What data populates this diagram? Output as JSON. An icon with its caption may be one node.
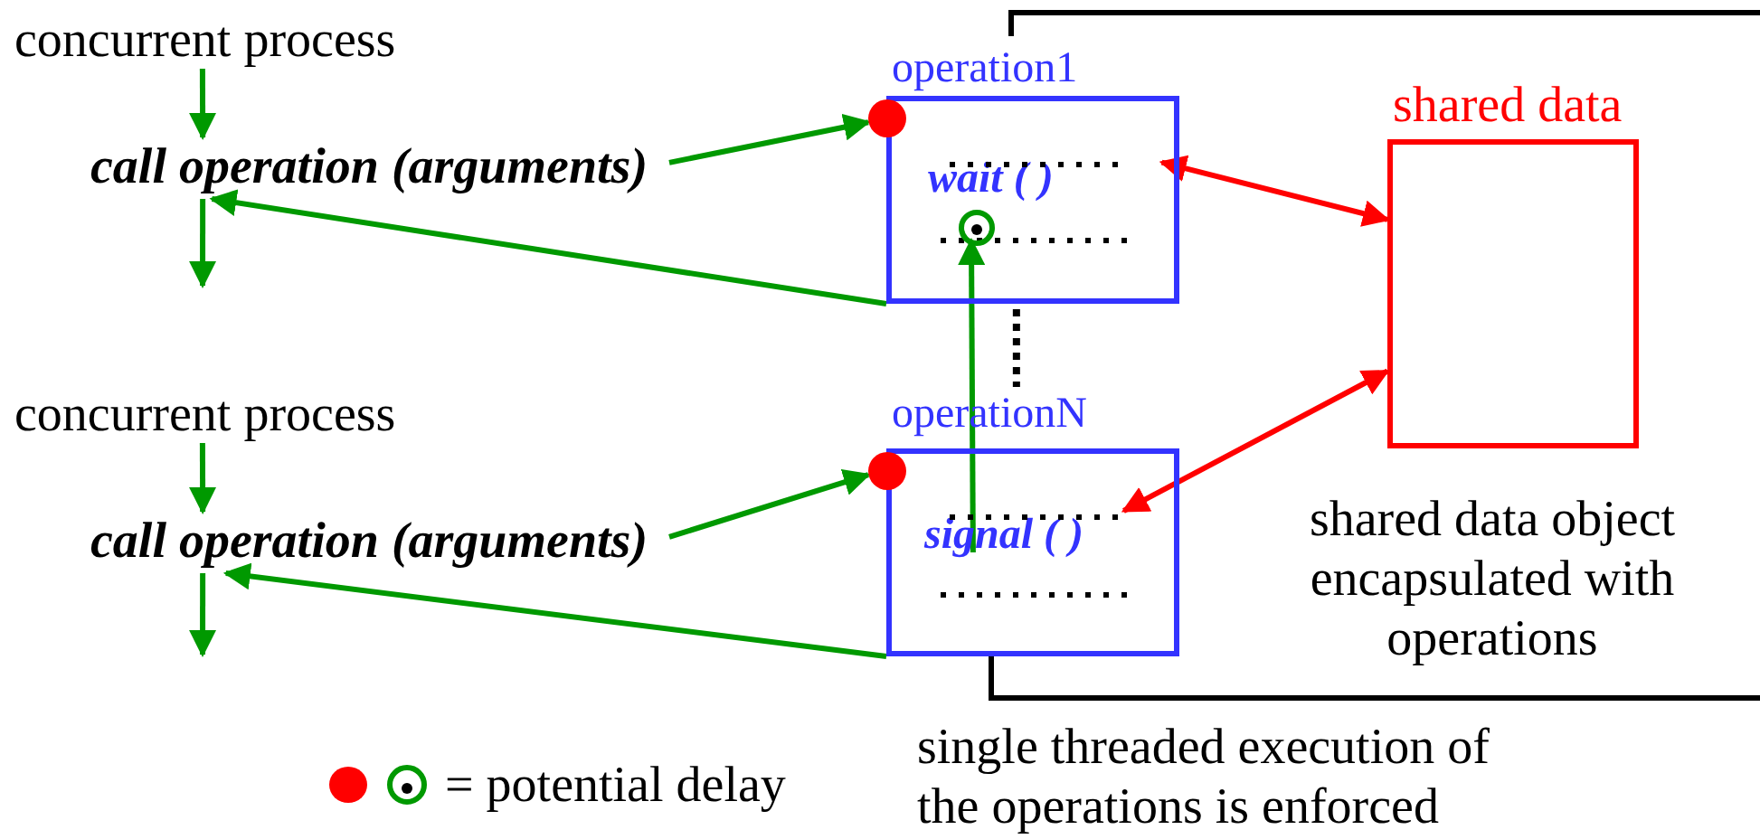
{
  "diagram": {
    "nodes": [
      {
        "text": [
          "concurrent process"
        ]
      },
      {
        "text": [
          "call operation (arguments)"
        ]
      },
      {
        "text": [
          "operation1",
          "wait ( )"
        ]
      },
      {
        "text": [],
        "shape": "circle"
      },
      {
        "text": [],
        "shape": "circle",
        "in": 2
      },
      {
        "text": [
          "concurrent process"
        ]
      },
      {
        "text": [
          "call operation (arguments)"
        ]
      },
      {
        "text": [
          "operationN",
          "signal ( )"
        ]
      },
      {
        "text": [],
        "shape": "circle"
      },
      {
        "text": [
          "shared data"
        ]
      }
    ],
    "edges": [
      {
        "from": 0,
        "to": 1,
        "arrow": "to"
      },
      {
        "from": 1,
        "to": 3,
        "arrow": "to"
      },
      {
        "from": 2,
        "to": 1,
        "arrow": "to"
      },
      {
        "from": 1,
        "to": null,
        "arrow": "to"
      },
      {
        "from": 5,
        "to": 6,
        "arrow": "to"
      },
      {
        "from": 6,
        "to": 8,
        "arrow": "to"
      },
      {
        "from": 7,
        "to": 6,
        "arrow": "to"
      },
      {
        "from": 6,
        "to": null,
        "arrow": "to"
      },
      {
        "from": 7,
        "to": 4,
        "arrow": "to"
      },
      {
        "from": 2,
        "to": 9,
        "arrow": "both",
        "color": "#ff0000"
      },
      {
        "from": 7,
        "to": 9,
        "arrow": "both",
        "color": "#ff0000"
      },
      {
        "from": 2,
        "to": 7,
        "arrow": "none",
        "style": "dashed",
        "color": "#000000"
      }
    ],
    "labels": [
      "shared data object encapsulated with operations",
      "single threaded execution of the operations is enforced"
    ],
    "legend": [
      {
        "text": "= potential delay"
      }
    ]
  }
}
